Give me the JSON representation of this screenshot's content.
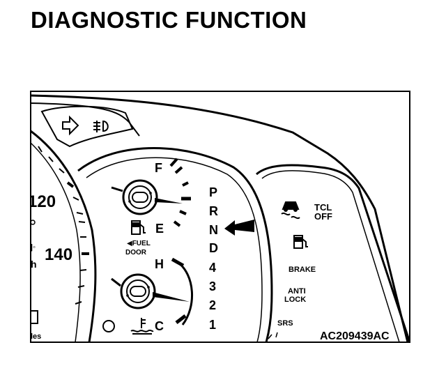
{
  "page": {
    "title": "DIAGNOSTIC FUNCTION"
  },
  "figure": {
    "id_label": "AC209439AC",
    "speedometer": {
      "label_120": "120",
      "label_140": "140"
    },
    "fuel_gauge": {
      "full": "F",
      "empty": "E",
      "fuel_door": [
        "◀FUEL",
        "DOOR"
      ]
    },
    "temp_gauge": {
      "hot": "H",
      "cold": "C"
    },
    "gear_indicator": {
      "letters": [
        "P",
        "R",
        "N",
        "D",
        "4",
        "3",
        "2",
        "1"
      ]
    },
    "warning_lights": {
      "tcl": [
        "TCL",
        "OFF"
      ],
      "brake": "BRAKE",
      "anti_lock": [
        "ANTI",
        "LOCK"
      ],
      "srs": "SRS"
    },
    "odometer_unit_partial": "les"
  }
}
